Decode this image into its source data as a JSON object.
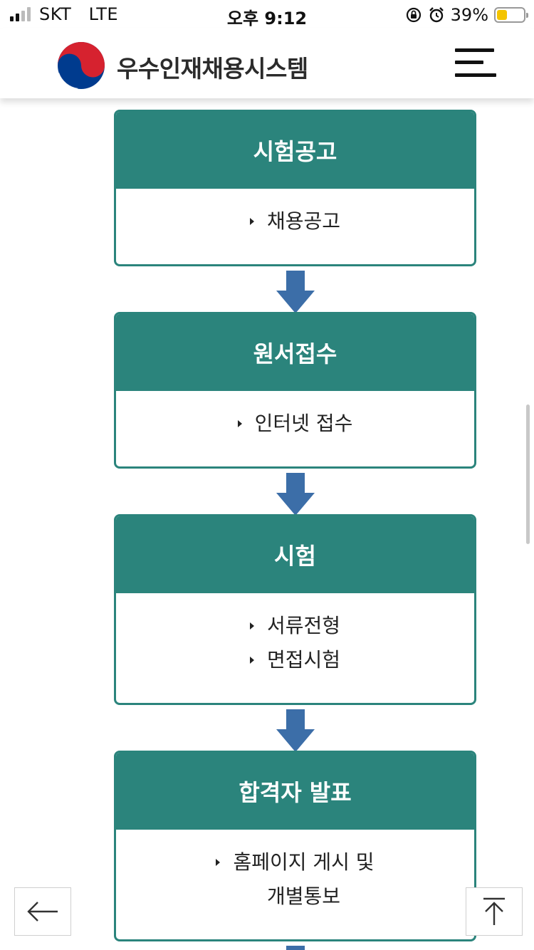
{
  "status_bar": {
    "carrier": "SKT",
    "network": "LTE",
    "time": "오후 9:12",
    "battery_percent": "39%",
    "battery_level": 0.39,
    "icons": [
      "signal-icon",
      "orientation-lock-icon",
      "alarm-icon",
      "battery-icon"
    ]
  },
  "header": {
    "logo_text": "우수인재채용시스템",
    "emblem": "taegeuk-emblem-icon",
    "menu_icon": "hamburger-menu-icon"
  },
  "colors": {
    "step_header": "#2b847c",
    "arrow": "#3c6ea8",
    "text": "#222222",
    "battery_fill": "#f4c400"
  },
  "steps": [
    {
      "title": "시험공고",
      "items": [
        "채용공고"
      ]
    },
    {
      "title": "원서접수",
      "items": [
        "인터넷 접수"
      ]
    },
    {
      "title": "시험",
      "items": [
        "서류전형",
        "면접시험"
      ]
    },
    {
      "title": "합격자 발표",
      "items": [
        "홈페이지 게시 및\n개별통보"
      ]
    }
  ],
  "nav": {
    "back_icon": "arrow-left-icon",
    "top_icon": "arrow-up-to-top-icon"
  }
}
